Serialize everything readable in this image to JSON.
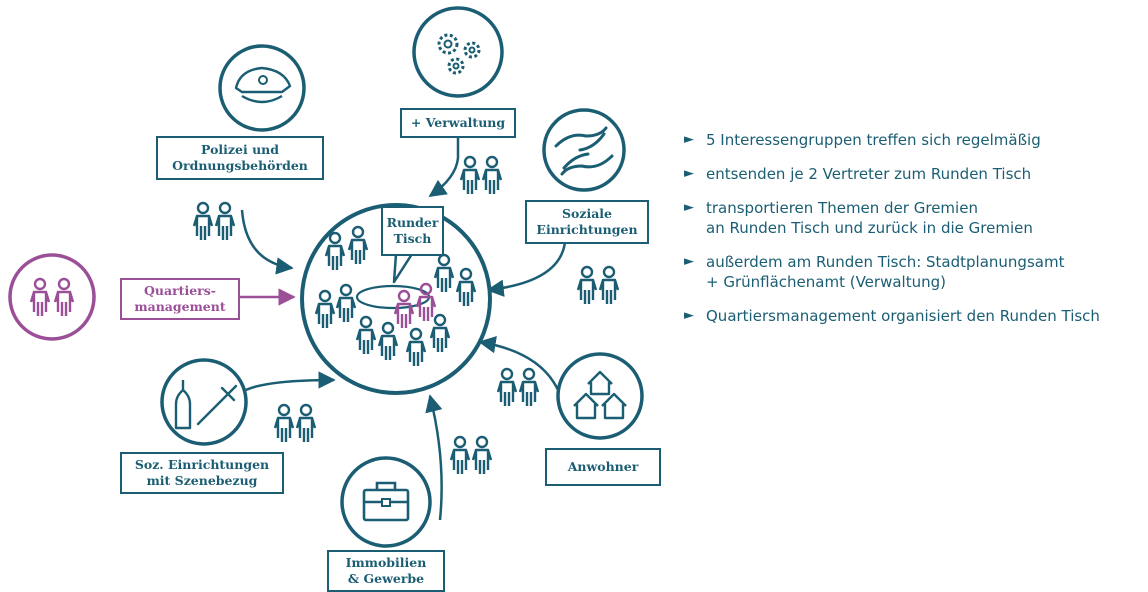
{
  "colors": {
    "teal": "#1b5e74",
    "purple": "#9a4f97",
    "background": "#ffffff"
  },
  "center": {
    "bubble_lines": [
      "Runder",
      "Tisch"
    ],
    "icon": "people-crowd-round-table-icon"
  },
  "groups": [
    {
      "id": "polizei",
      "label_lines": [
        "Polizei und",
        "Ordnungsbehörden"
      ],
      "icon": "police-cap-icon"
    },
    {
      "id": "verwaltung",
      "label_lines": [
        "+ Verwaltung"
      ],
      "icon": "gears-icon"
    },
    {
      "id": "soziale",
      "label_lines": [
        "Soziale",
        "Einrichtungen"
      ],
      "icon": "helping-hands-icon"
    },
    {
      "id": "quartiers",
      "label_lines": [
        "Quartiers-",
        "management"
      ],
      "icon": "two-persons-icon"
    },
    {
      "id": "szene",
      "label_lines": [
        "Soz. Einrichtungen",
        "mit Szenebezug"
      ],
      "icon": "bottle-syringe-icon"
    },
    {
      "id": "immobilien",
      "label_lines": [
        "Immobilien",
        "& Gewerbe"
      ],
      "icon": "briefcase-icon"
    },
    {
      "id": "anwohner",
      "label_lines": [
        "Anwohner"
      ],
      "icon": "houses-icon"
    }
  ],
  "bullet_marker": "►",
  "bullets": [
    {
      "lines": [
        "5 Interessengruppen treffen sich regelmäßig"
      ]
    },
    {
      "lines": [
        "entsenden je 2 Vertreter zum Runden Tisch"
      ]
    },
    {
      "lines": [
        "transportieren Themen der Gremien",
        "an Runden Tisch und zurück in die Gremien"
      ]
    },
    {
      "lines": [
        "außerdem am Runden Tisch: Stadtplanungsamt",
        "+ Grünflächenamt (Verwaltung)"
      ]
    },
    {
      "lines": [
        "Quartiersmanagement organisiert den Runden Tisch"
      ]
    }
  ]
}
